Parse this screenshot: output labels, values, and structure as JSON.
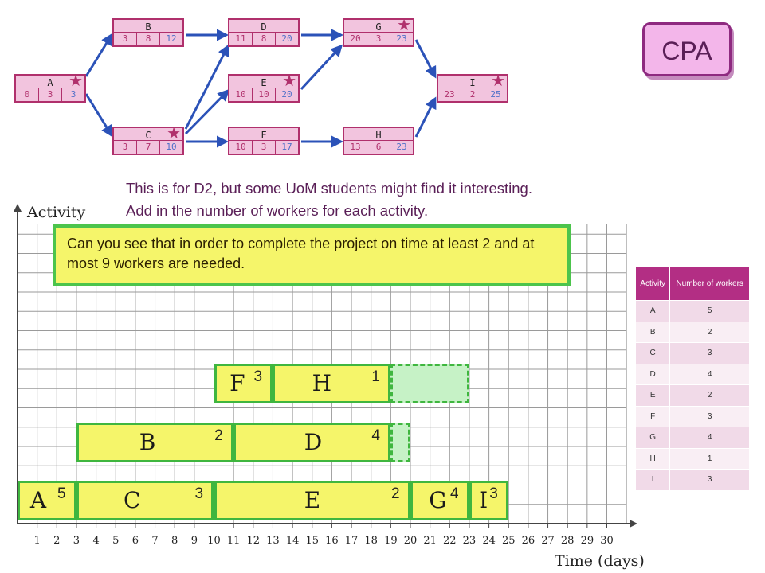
{
  "network": {
    "nodes": {
      "A": {
        "name": "A",
        "es": "0",
        "dur": "3",
        "lf": "3",
        "critical": true
      },
      "B": {
        "name": "B",
        "es": "3",
        "dur": "8",
        "lf": "12",
        "critical": false
      },
      "C": {
        "name": "C",
        "es": "3",
        "dur": "7",
        "lf": "10",
        "critical": true
      },
      "D": {
        "name": "D",
        "es": "11",
        "dur": "8",
        "lf": "20",
        "critical": false
      },
      "E": {
        "name": "E",
        "es": "10",
        "dur": "10",
        "lf": "20",
        "critical": true
      },
      "F": {
        "name": "F",
        "es": "10",
        "dur": "3",
        "lf": "17",
        "critical": false
      },
      "G": {
        "name": "G",
        "es": "20",
        "dur": "3",
        "lf": "23",
        "critical": true
      },
      "H": {
        "name": "H",
        "es": "13",
        "dur": "6",
        "lf": "23",
        "critical": false
      },
      "I": {
        "name": "I",
        "es": "23",
        "dur": "2",
        "lf": "25",
        "critical": true
      }
    },
    "star_symbol": "★"
  },
  "badge": {
    "text": "CPA"
  },
  "notes": {
    "line1": "This is for D2, but some UoM students might find it interesting.",
    "line2": "Add in the number of workers for each activity."
  },
  "callout": {
    "text": "Can you see that in order to complete the project on time at least 2 and at most 9 workers are needed."
  },
  "gantt": {
    "y_label": "Activity",
    "x_label": "Time (days)",
    "ticks": [
      "1",
      "2",
      "3",
      "4",
      "5",
      "6",
      "7",
      "8",
      "9",
      "10",
      "11",
      "12",
      "13",
      "14",
      "15",
      "16",
      "17",
      "18",
      "19",
      "20",
      "21",
      "22",
      "23",
      "24",
      "25",
      "26",
      "27",
      "28",
      "29",
      "30"
    ],
    "bars": [
      {
        "activity": "A",
        "start": 0,
        "end": 3,
        "workers": "5"
      },
      {
        "activity": "C",
        "start": 3,
        "end": 10,
        "workers": "3"
      },
      {
        "activity": "E",
        "start": 10,
        "end": 20,
        "workers": "2"
      },
      {
        "activity": "G",
        "start": 20,
        "end": 23,
        "workers": "4"
      },
      {
        "activity": "I",
        "start": 23,
        "end": 25,
        "workers": "3"
      },
      {
        "activity": "B",
        "start": 3,
        "end": 11,
        "workers": "2"
      },
      {
        "activity": "D",
        "start": 11,
        "end": 19,
        "workers": "4"
      },
      {
        "activity": "F",
        "start": 10,
        "end": 13,
        "workers": "3"
      },
      {
        "activity": "H",
        "start": 13,
        "end": 19,
        "workers": "1"
      }
    ],
    "floats": [
      {
        "activity": "D",
        "start": 19,
        "end": 20
      },
      {
        "activity": "H",
        "start": 19,
        "end": 23
      }
    ]
  },
  "workers_table": {
    "headers": [
      "Activity",
      "Number of workers"
    ],
    "rows": [
      {
        "activity": "A",
        "workers": "5"
      },
      {
        "activity": "B",
        "workers": "2"
      },
      {
        "activity": "C",
        "workers": "3"
      },
      {
        "activity": "D",
        "workers": "4"
      },
      {
        "activity": "E",
        "workers": "2"
      },
      {
        "activity": "F",
        "workers": "3"
      },
      {
        "activity": "G",
        "workers": "4"
      },
      {
        "activity": "H",
        "workers": "1"
      },
      {
        "activity": "I",
        "workers": "3"
      }
    ]
  },
  "colors": {
    "node_fill": "#f2c4de",
    "node_border": "#b0306c",
    "arrow": "#2b52b8",
    "bar_fill": "#f5f56a",
    "bar_border": "#3fb63f",
    "float_fill": "#c6f2c6",
    "table_header": "#b32e84"
  }
}
